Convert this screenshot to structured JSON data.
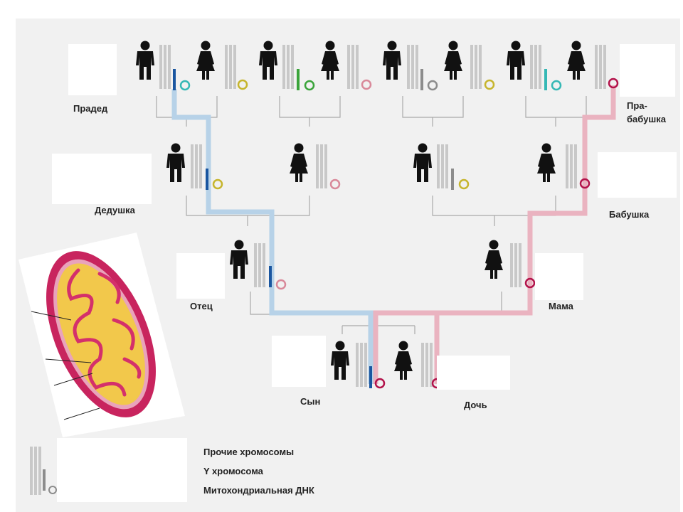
{
  "labels": {
    "great_grandfather": "Прадед",
    "great_grandmother_line1": "Пра-",
    "great_grandmother_line2": "бабушка",
    "grandfather": "Дедушка",
    "grandmother": "Бабушка",
    "father": "Отец",
    "mother": "Мама",
    "son": "Сын",
    "daughter": "Дочь"
  },
  "legend": {
    "other_chromosomes": "Прочие хромосомы",
    "y_chromosome": "Y хромосома",
    "mitochondrial_dna": "Митохондриальная ДНК"
  },
  "colors": {
    "panel_bg": "#f1f1f1",
    "paternal_line": "#b7d2e8",
    "maternal_line": "#eab3c0",
    "tree_lines": "#a9a9a9",
    "y_blue": "#1a56a0",
    "y_green": "#3aa43a",
    "y_gray": "#8c8c8c",
    "y_teal": "#35b8b5",
    "mt_olive": "#c6b52d",
    "mt_pink": "#d9899a",
    "mt_crimson": "#b3124a",
    "mito_outer": "#c8245e",
    "mito_inner": "#f2c84b"
  },
  "icons": {
    "male": "man-icon",
    "female": "woman-icon",
    "chromosome": "chromosome-icon",
    "mtdna": "mtdna-ring-icon",
    "mitochondrion": "mitochondrion-illustration"
  }
}
